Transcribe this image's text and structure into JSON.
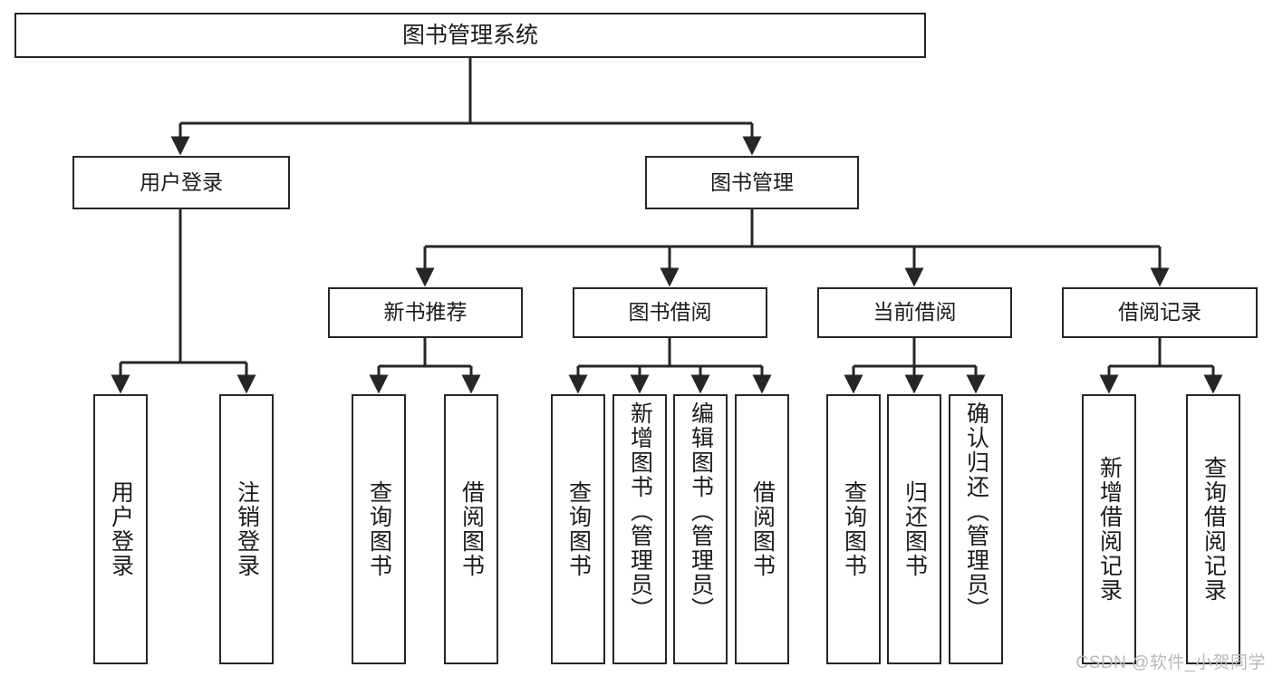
{
  "diagram": {
    "type": "tree-hierarchy-chart",
    "title": "图书管理系统",
    "watermark": "CSDN @软件_小贺同学",
    "colors": {
      "box_border": "#262626",
      "box_fill": "#ffffff",
      "connector": "#262626",
      "text": "#1b1b1b",
      "watermark": "#b9b9b9",
      "background": "#ffffff"
    },
    "nodes": {
      "root": {
        "label": "图书管理系统",
        "level": 0
      },
      "user_login": {
        "label": "用户登录",
        "level": 1
      },
      "book_manage": {
        "label": "图书管理",
        "level": 1
      },
      "new_book_rec": {
        "label": "新书推荐",
        "level": 2
      },
      "book_borrow": {
        "label": "图书借阅",
        "level": 2
      },
      "current_borrow": {
        "label": "当前借阅",
        "level": 2
      },
      "borrow_record": {
        "label": "借阅记录",
        "level": 2
      },
      "leaf_user_login": {
        "label": "用户登录",
        "level": 3
      },
      "leaf_logout": {
        "label": "注销登录",
        "level": 3
      },
      "leaf_query_book_1": {
        "label": "查询图书",
        "level": 3
      },
      "leaf_borrow_book_1": {
        "label": "借阅图书",
        "level": 3
      },
      "leaf_query_book_2": {
        "label": "查询图书",
        "level": 3
      },
      "leaf_add_book": {
        "label": "新增图书（管理员）",
        "level": 3
      },
      "leaf_edit_book": {
        "label": "编辑图书（管理员）",
        "level": 3
      },
      "leaf_borrow_book_2": {
        "label": "借阅图书",
        "level": 3
      },
      "leaf_query_book_3": {
        "label": "查询图书",
        "level": 3
      },
      "leaf_return_book": {
        "label": "归还图书",
        "level": 3
      },
      "leaf_confirm_return": {
        "label": "确认归还（管理员）",
        "level": 3
      },
      "leaf_add_record": {
        "label": "新增借阅记录",
        "level": 3
      },
      "leaf_query_record": {
        "label": "查询借阅记录",
        "level": 3
      }
    },
    "edges": [
      {
        "from": "root",
        "to": "user_login"
      },
      {
        "from": "root",
        "to": "book_manage"
      },
      {
        "from": "user_login",
        "to": "leaf_user_login"
      },
      {
        "from": "user_login",
        "to": "leaf_logout"
      },
      {
        "from": "book_manage",
        "to": "new_book_rec"
      },
      {
        "from": "book_manage",
        "to": "book_borrow"
      },
      {
        "from": "book_manage",
        "to": "current_borrow"
      },
      {
        "from": "book_manage",
        "to": "borrow_record"
      },
      {
        "from": "new_book_rec",
        "to": "leaf_query_book_1"
      },
      {
        "from": "new_book_rec",
        "to": "leaf_borrow_book_1"
      },
      {
        "from": "book_borrow",
        "to": "leaf_query_book_2"
      },
      {
        "from": "book_borrow",
        "to": "leaf_add_book"
      },
      {
        "from": "book_borrow",
        "to": "leaf_edit_book"
      },
      {
        "from": "book_borrow",
        "to": "leaf_borrow_book_2"
      },
      {
        "from": "current_borrow",
        "to": "leaf_query_book_3"
      },
      {
        "from": "current_borrow",
        "to": "leaf_return_book"
      },
      {
        "from": "current_borrow",
        "to": "leaf_confirm_return"
      },
      {
        "from": "borrow_record",
        "to": "leaf_add_record"
      },
      {
        "from": "borrow_record",
        "to": "leaf_query_record"
      }
    ]
  }
}
